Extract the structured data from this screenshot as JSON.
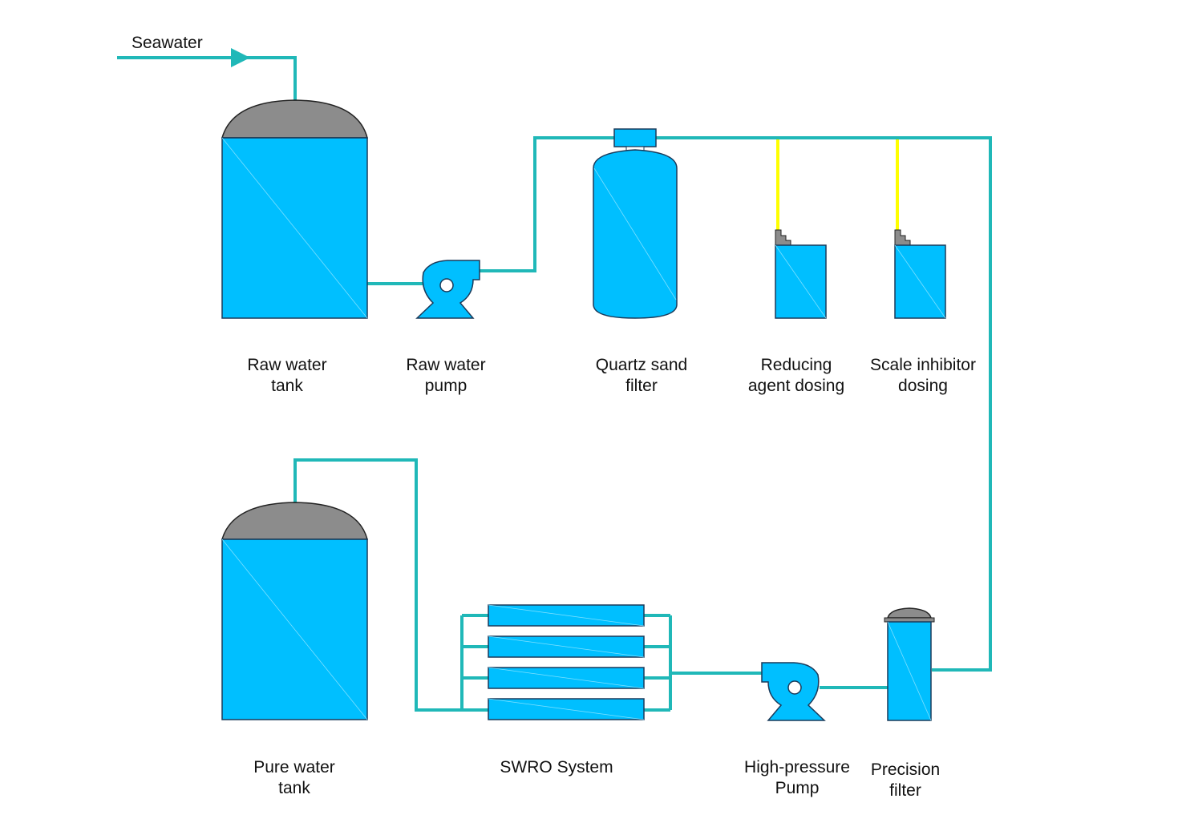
{
  "diagram": {
    "inlet_label": "Seawater",
    "colors": {
      "pipe": "#20b8b8",
      "equipment": "#00bfff",
      "dome": "#8c8c8c",
      "dosing_line": "#ffff00"
    },
    "components": [
      {
        "id": "raw-water-tank",
        "label": "Raw water\ntank"
      },
      {
        "id": "raw-water-pump",
        "label": "Raw water\npump"
      },
      {
        "id": "quartz-sand-filter",
        "label": "Quartz sand\nfilter"
      },
      {
        "id": "reducing-agent-dosing",
        "label": "Reducing\nagent dosing"
      },
      {
        "id": "scale-inhibitor-dosing",
        "label": "Scale inhibitor\ndosing"
      },
      {
        "id": "pure-water-tank",
        "label": "Pure water\ntank"
      },
      {
        "id": "swro-system",
        "label": "SWRO System"
      },
      {
        "id": "high-pressure-pump",
        "label": "High-pressure\nPump"
      },
      {
        "id": "precision-filter",
        "label": "Precision\nfilter"
      }
    ]
  }
}
